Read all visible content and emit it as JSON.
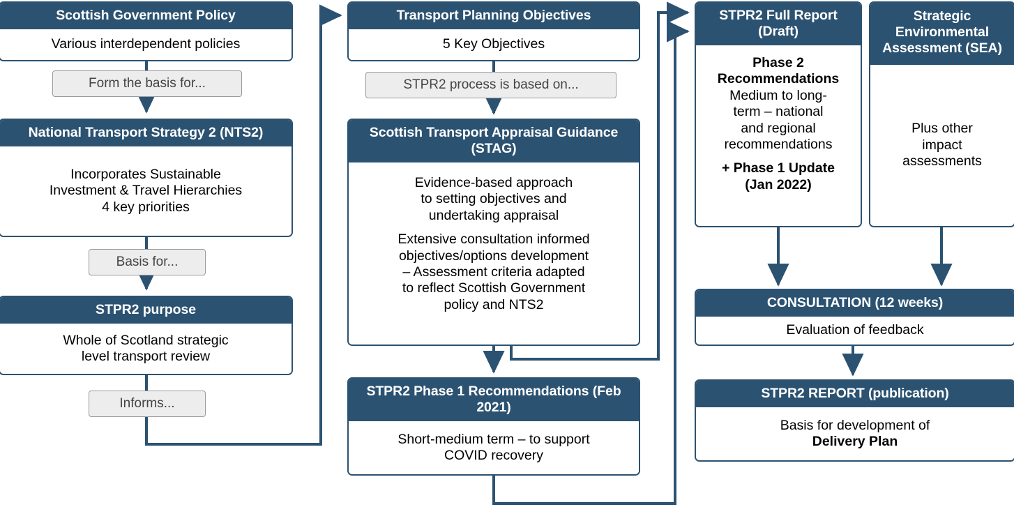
{
  "theme": {
    "header_blue": "#2c5271",
    "line_blue": "#2c5271",
    "label_grey_bg": "#ededed",
    "label_grey_border": "#9a9a9a",
    "body_bg": "#ffffff",
    "header_text": "#ffffff",
    "body_text": "#000000"
  },
  "nodes": {
    "scottish_government_policy": {
      "title": "Scottish Government Policy",
      "body": "Various interdependent policies"
    },
    "nts2": {
      "title": "National Transport Strategy 2 (NTS2)",
      "body_line1": "Incorporates Sustainable",
      "body_line2": "Investment & Travel Hierarchies",
      "body_line3": "4 key priorities"
    },
    "stpr2_purpose": {
      "title": "STPR2 purpose",
      "body_line1": "Whole of Scotland strategic",
      "body_line2": "level transport review"
    },
    "transport_planning_objectives": {
      "title": "Transport Planning Objectives",
      "body": "5 Key Objectives"
    },
    "stag": {
      "title": "Scottish Transport Appraisal Guidance (STAG)",
      "para1_line1": "Evidence-based approach",
      "para1_line2": "to setting objectives and",
      "para1_line3": "undertaking appraisal",
      "para2_line1": "Extensive consultation informed",
      "para2_line2": "objectives/options development",
      "para2_line3": "– Assessment criteria adapted",
      "para2_line4": "to reflect Scottish Government",
      "para2_line5": "policy and NTS2"
    },
    "stpr2_phase1": {
      "title": "STPR2 Phase 1 Recommendations (Feb 2021)",
      "body_line1": "Short-medium term – to support",
      "body_line2": "COVID recovery"
    },
    "stpr2_full_report": {
      "title": "STPR2 Full Report (Draft)",
      "bold1_line1": "Phase 2",
      "bold1_line2": "Recommendations",
      "plain_line1": "Medium to long-",
      "plain_line2": "term – national",
      "plain_line3": "and regional",
      "plain_line4": "recommendations",
      "bold2_line1": "+ Phase 1 Update",
      "bold2_line2": "(Jan 2022)"
    },
    "sea": {
      "title": "Strategic Environmental Assessment (SEA)",
      "body_line1": "Plus other",
      "body_line2": "impact",
      "body_line3": "assessments"
    },
    "consultation": {
      "title": "CONSULTATION (12 weeks)",
      "body": "Evaluation of feedback"
    },
    "stpr2_report": {
      "title": "STPR2 REPORT (publication)",
      "body_line1": "Basis for development of",
      "body_line2": "Delivery Plan"
    }
  },
  "relation_labels": {
    "form_the_basis_for": "Form the basis for...",
    "basis_for": "Basis for...",
    "informs": "Informs...",
    "stpr2_process_based_on": "STPR2 process is based on..."
  }
}
